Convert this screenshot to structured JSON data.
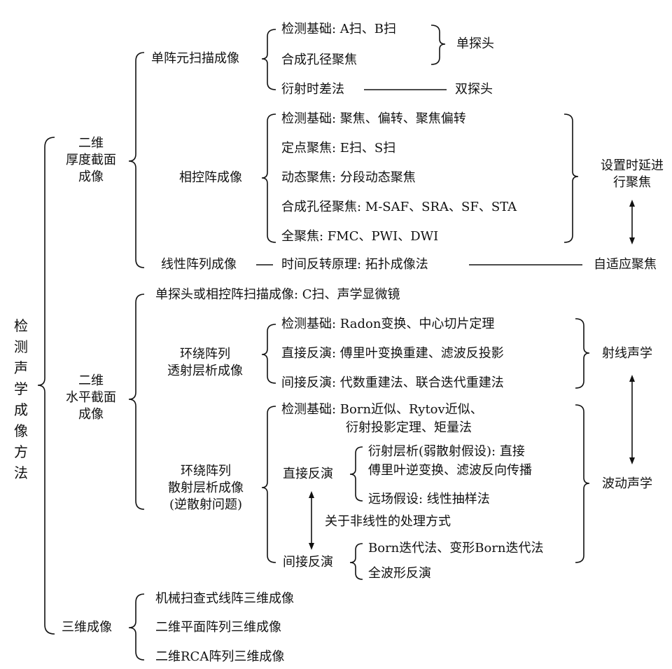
{
  "root": {
    "title_chars": [
      "检",
      "测",
      "声",
      "学",
      "成",
      "像",
      "方",
      "法"
    ]
  },
  "thickness": {
    "label_lines": [
      "二维",
      "厚度截面",
      "成像"
    ],
    "single_element": {
      "label": "单阵元扫描成像",
      "items": [
        "检测基础: A扫、B扫",
        "合成孔径聚焦",
        "衍射时差法"
      ],
      "probe_single": "单探头",
      "probe_double": "双探头"
    },
    "phased_array": {
      "label": "相控阵成像",
      "items": [
        "检测基础: 聚焦、偏转、聚焦偏转",
        "定点聚焦: E扫、S扫",
        "动态聚焦: 分段动态聚焦",
        "合成孔径聚焦: M-SAF、SRA、SF、STA",
        "全聚焦: FMC、PWI、DWI"
      ],
      "delay_lines": [
        "设置时延进",
        "行聚焦"
      ]
    },
    "linear_array": {
      "label": "线性阵列成像",
      "item": "时间反转原理: 拓扑成像法",
      "adaptive": "自适应聚焦"
    }
  },
  "horizontal": {
    "label_lines": [
      "二维",
      "水平截面",
      "成像"
    ],
    "single_phased": "单探头或相控阵扫描成像: C扫、声学显微镜",
    "transmission": {
      "label_lines": [
        "环绕阵列",
        "透射层析成像"
      ],
      "items": [
        "检测基础: Radon变换、中心切片定理",
        "直接反演: 傅里叶变换重建、滤波反投影",
        "间接反演: 代数重建法、联合迭代重建法"
      ],
      "ray": "射线声学"
    },
    "scattering": {
      "label_lines": [
        "环绕阵列",
        "散射层析成像",
        "(逆散射问题)"
      ],
      "basis_lines": [
        "检测基础: Born近似、Rytov近似、",
        "衍射投影定理、矩量法"
      ],
      "direct": "直接反演",
      "direct_items": [
        "衍射层析(弱散射假设): 直接",
        "傅里叶逆变换、滤波反向传播",
        "远场假设: 线性抽样法"
      ],
      "nonlinear": "关于非线性的处理方式",
      "indirect": "间接反演",
      "indirect_items": [
        "Born迭代法、变形Born迭代法",
        "全波形反演"
      ],
      "wave": "波动声学"
    }
  },
  "three_d": {
    "label": "三维成像",
    "items": [
      "机械扫查式线阵三维成像",
      "二维平面阵列三维成像",
      "二维RCA阵列三维成像"
    ]
  }
}
